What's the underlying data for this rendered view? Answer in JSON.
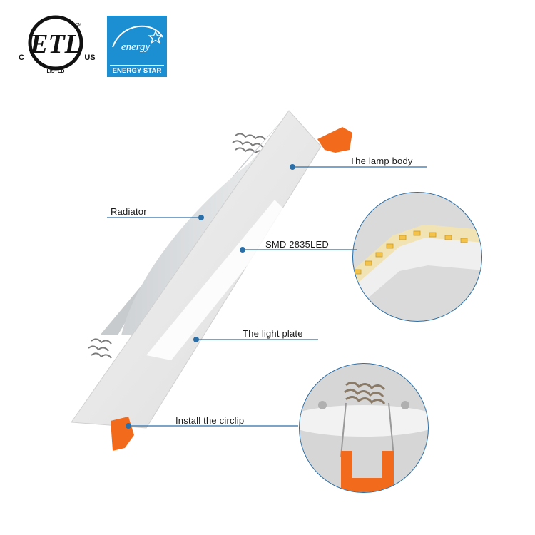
{
  "certifications": {
    "etl_left": "C",
    "etl_right": "US",
    "etl_bottom": "LISTED",
    "etl_mark": "ETL",
    "etl_cm": "CM",
    "energy_script": "energy",
    "energy_star_label": "ENERGY STAR"
  },
  "callouts": {
    "lamp_body": "The lamp body",
    "radiator": "Radiator",
    "smd": "SMD 2835LED",
    "light_plate": "The light plate",
    "circlip": "Install the circlip"
  },
  "colors": {
    "callout_line": "#2a6fa8",
    "dot": "#2a6fa8",
    "clip_orange": "#f26a1b",
    "energy_blue": "#1b8fd2",
    "led_yellow": "#f3c24a"
  }
}
